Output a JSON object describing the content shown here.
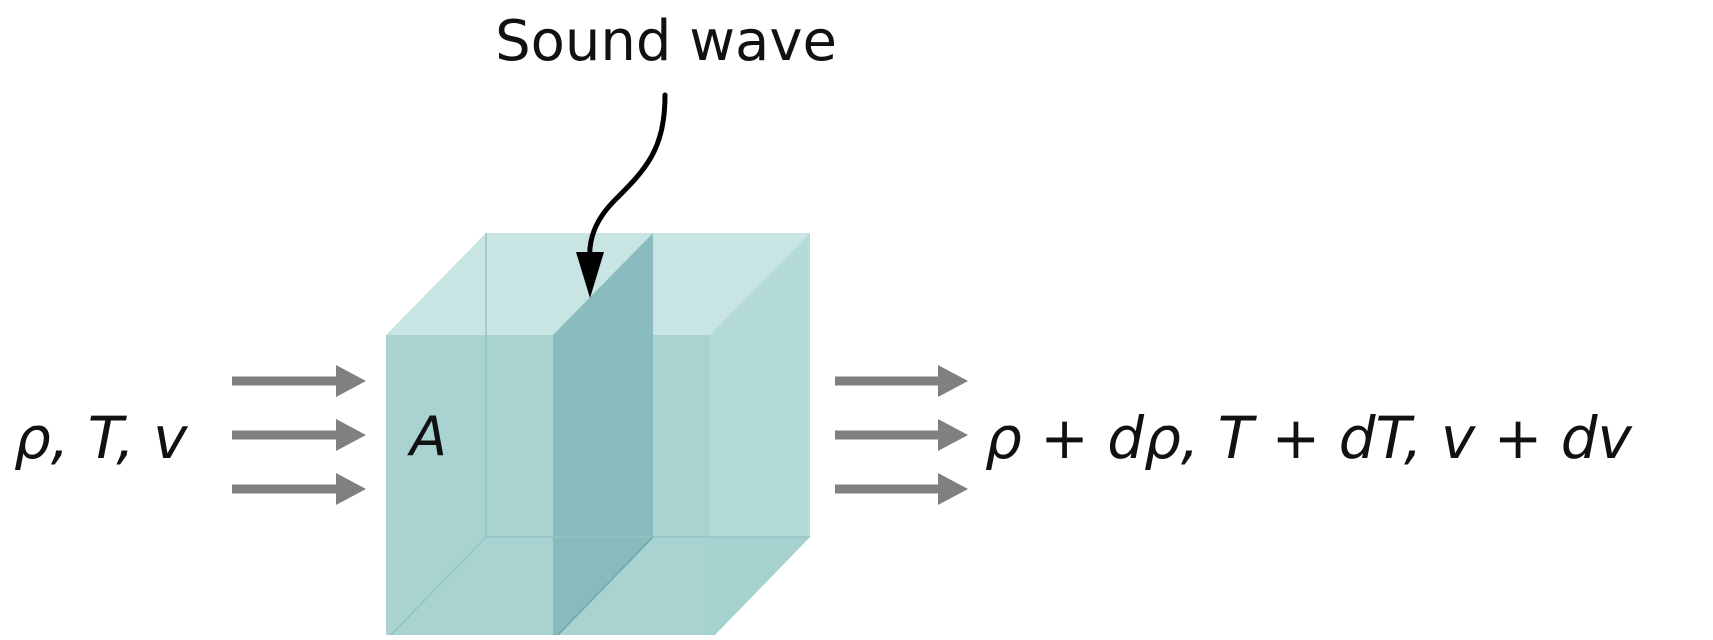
{
  "labels": {
    "wave": "Sound wave",
    "area": "A",
    "inflow": "ρ, T, v",
    "outflow": "ρ + dρ, T + dT, v + dv"
  },
  "colors": {
    "box_face": "#a8d3d1",
    "box_top": "#c6e3e2",
    "box_side": "#b6dcda",
    "wave_plane": "#7fb5b8",
    "edge": "#8fbfbe",
    "arrow": "#808080",
    "text": "#111111"
  }
}
